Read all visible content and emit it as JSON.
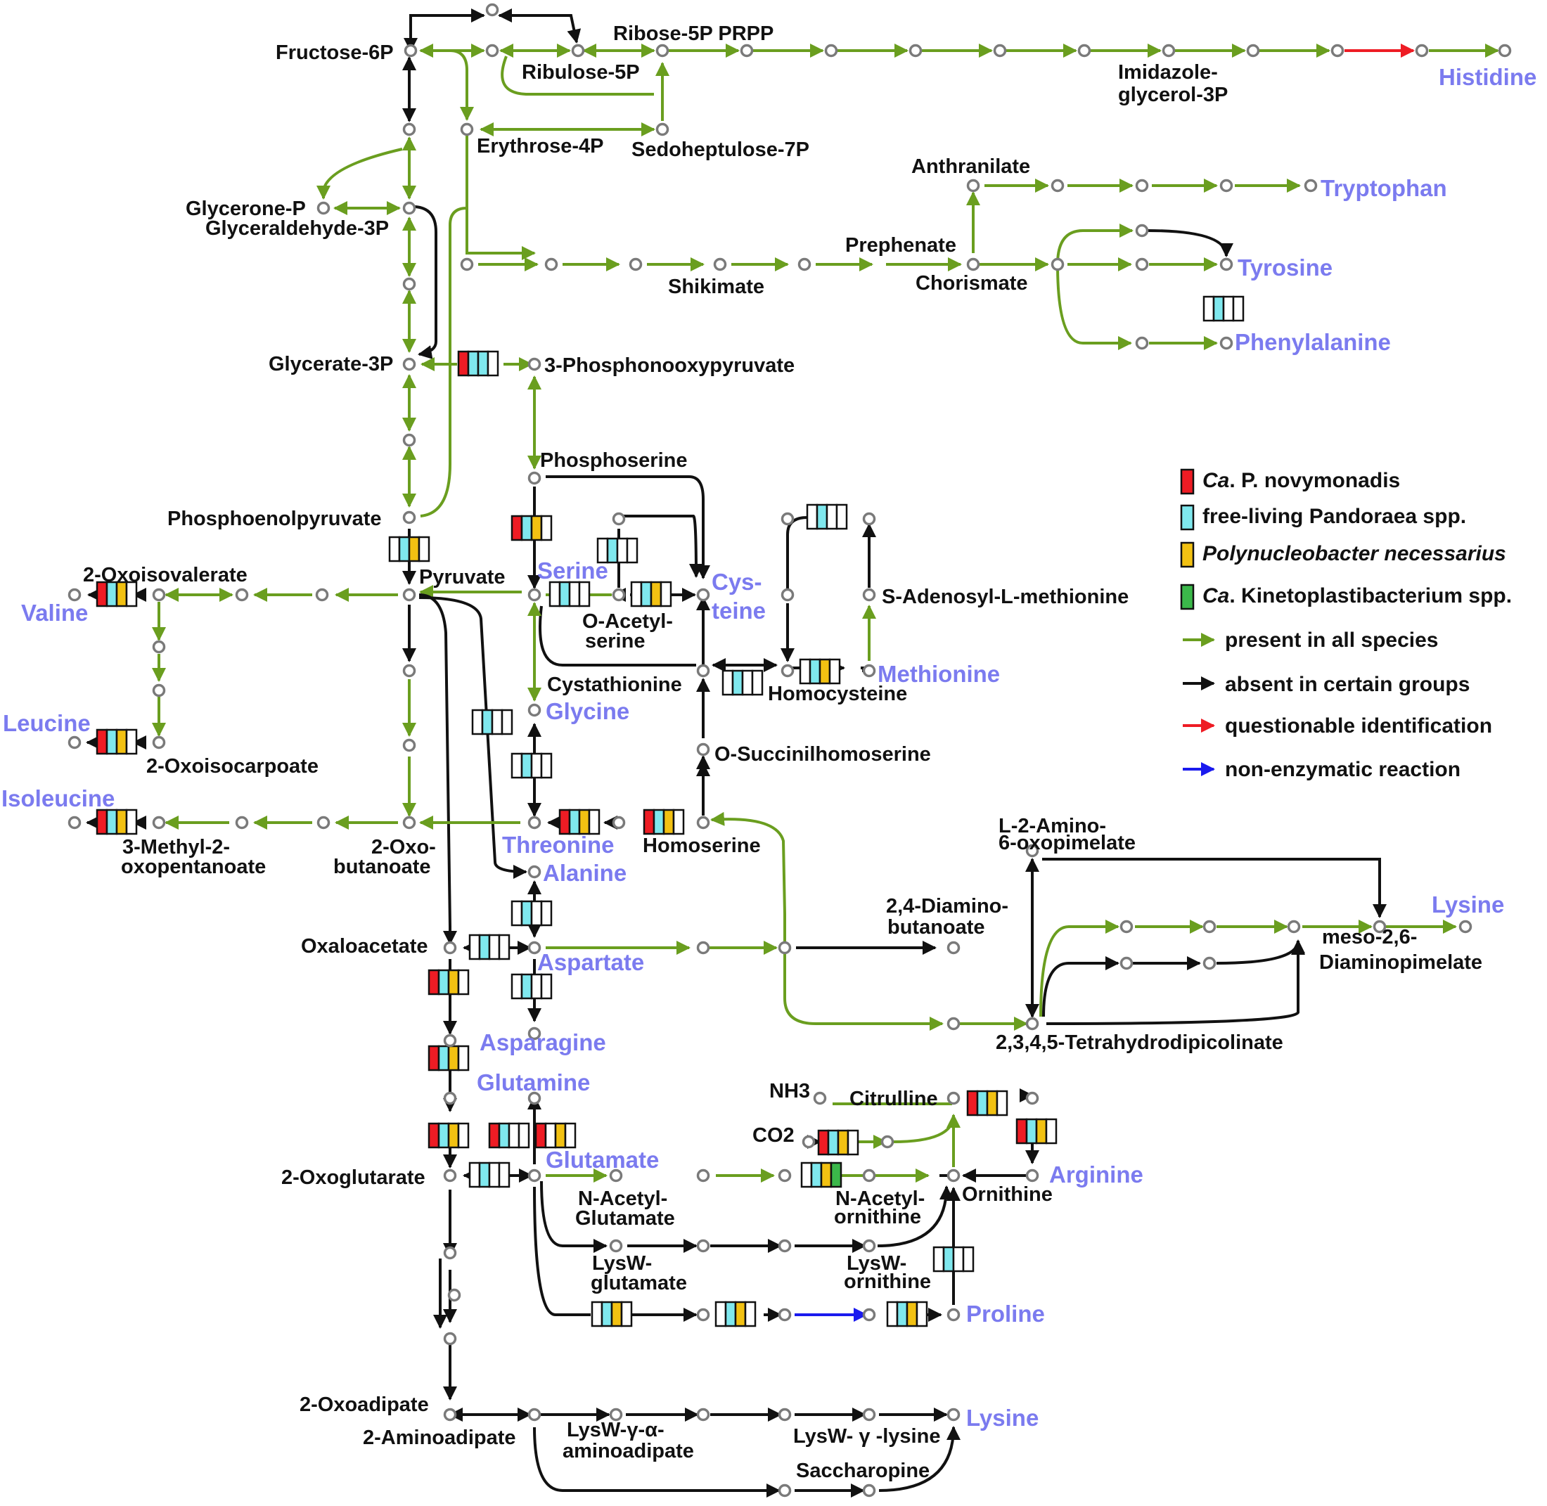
{
  "colors": {
    "green": "#6a9e1f",
    "black": "#111111",
    "red": "#ee1c24",
    "blue": "#1a1aee",
    "amino_acid": "#7b7bef",
    "species_red": "#ee1c24",
    "species_cyan": "#7fe8ee",
    "species_yellow": "#f2c112",
    "species_green": "#3bb84a"
  },
  "metabolites": {
    "fructose6p": "Fructose-6P",
    "ribose5p": "Ribose-5P PRPP",
    "ribulose5p": "Ribulose-5P",
    "imidazole1": "Imidazole-",
    "imidazole2": "glycerol-3P",
    "erythrose4p": "Erythrose-4P",
    "sedoheptulose7p": "Sedoheptulose-7P",
    "anthranilate": "Anthranilate",
    "glyceroneP": "Glycerone-P",
    "glyceraldehyde3p": "Glyceraldehyde-3P",
    "prephenate": "Prephenate",
    "shikimate": "Shikimate",
    "chorismate": "Chorismate",
    "glycerate3p": "Glycerate-3P",
    "phosphonooxypyruvate": "3-Phosphonooxypyruvate",
    "phosphoserine": "Phosphoserine",
    "pep": "Phosphoenolpyruvate",
    "oxoisovalerate": "2-Oxoisovalerate",
    "pyruvate": "Pyruvate",
    "oacetylserine1": "O-Acetyl-",
    "oacetylserine2": "serine",
    "sam": "S-Adenosyl-L-methionine",
    "cystathionine": "Cystathionine",
    "homocysteine": "Homocysteine",
    "oxoisocarpoate": "2-Oxoisocarpoate",
    "osuccinil": "O-Succinilhomoserine",
    "methyloxo1": "3-Methyl-2-",
    "methyloxo2": "oxopentanoate",
    "oxobut1": "2-Oxo-",
    "oxobut2": "butanoate",
    "homoserine": "Homoserine",
    "amino6oxo1": "L-2-Amino-",
    "amino6oxo2": "6-oxopimelate",
    "diaminobut1": "2,4-Diamino-",
    "diaminobut2": "butanoate",
    "oxaloacetate": "Oxaloacetate",
    "mesodap1": "meso-2,6-",
    "mesodap2": "Diaminopimelate",
    "thdp": "2,3,4,5-Tetrahydrodipicolinate",
    "nh3": "NH3",
    "citrulline": "Citrulline",
    "co2": "CO2",
    "oxoglutarate": "2-Oxoglutarate",
    "nacetylglu1": "N-Acetyl-",
    "nacetylglu2": "Glutamate",
    "nacetylorn1": "N-Acetyl-",
    "nacetylorn2": "ornithine",
    "ornithine": "Ornithine",
    "lyswglu1": "LysW-",
    "lyswglu2": "glutamate",
    "lysworn1": "LysW-",
    "lysworn2": "ornithine",
    "oxoadipate": "2-Oxoadipate",
    "aminoadipate": "2-Aminoadipate",
    "lyswaaa1": "LysW-γ-α-",
    "lyswaaa2": "aminoadipate",
    "lyswlys": "LysW- γ -lysine",
    "saccharopine": "Saccharopine"
  },
  "amino_acids": {
    "histidine": "Histidine",
    "tryptophan": "Tryptophan",
    "tyrosine": "Tyrosine",
    "phenylalanine": "Phenylalanine",
    "serine": "Serine",
    "cysteine1": "Cys-",
    "cysteine2": "teine",
    "valine": "Valine",
    "methionine": "Methionine",
    "leucine": "Leucine",
    "glycine": "Glycine",
    "isoleucine": "Isoleucine",
    "threonine": "Threonine",
    "alanine": "Alanine",
    "lysine_dap": "Lysine",
    "aspartate": "Aspartate",
    "asparagine": "Asparagine",
    "glutamine": "Glutamine",
    "glutamate": "Glutamate",
    "arginine": "Arginine",
    "proline": "Proline",
    "lysine_aaa": "Lysine"
  },
  "legend": {
    "species": [
      {
        "prefix": "Ca",
        "rest": ". P. novymonadis",
        "color": "#ee1c24"
      },
      {
        "prefix": "",
        "rest": "free-living Pandoraea spp.",
        "color": "#7fe8ee"
      },
      {
        "prefix": "Polynucleobacter necessarius",
        "rest": "",
        "color": "#f2c112"
      },
      {
        "prefix": "Ca",
        "rest": ". Kinetoplastibacterium spp.",
        "color": "#3bb84a"
      }
    ],
    "arrows": [
      {
        "label": "present in all species",
        "color": "#6a9e1f"
      },
      {
        "label": "absent in certain groups",
        "color": "#111111"
      },
      {
        "label": "questionable identification",
        "color": "#ee1c24"
      },
      {
        "label": "non-enzymatic reaction",
        "color": "#1a1aee"
      }
    ]
  },
  "enzyme_boxes": [
    {
      "id": "pgdh",
      "fills": [
        "r",
        "c",
        "c",
        "w"
      ]
    },
    {
      "id": "psp",
      "fills": [
        "r",
        "c",
        "y",
        "w"
      ]
    },
    {
      "id": "pyk",
      "fills": [
        "w",
        "c",
        "y",
        "w"
      ]
    },
    {
      "id": "valta",
      "fills": [
        "r",
        "c",
        "y",
        "w"
      ]
    },
    {
      "id": "leuta",
      "fills": [
        "r",
        "c",
        "y",
        "w"
      ]
    },
    {
      "id": "ileta",
      "fills": [
        "r",
        "c",
        "y",
        "w"
      ]
    },
    {
      "id": "serat",
      "fills": [
        "w",
        "c",
        "w",
        "w"
      ]
    },
    {
      "id": "oass",
      "fills": [
        "w",
        "c",
        "y",
        "w"
      ]
    },
    {
      "id": "cysup",
      "fills": [
        "w",
        "c",
        "w",
        "w"
      ]
    },
    {
      "id": "samtop",
      "fills": [
        "w",
        "c",
        "w",
        "w"
      ]
    },
    {
      "id": "cbl",
      "fills": [
        "w",
        "c",
        "w",
        "w"
      ]
    },
    {
      "id": "mets",
      "fills": [
        "w",
        "c",
        "y",
        "w"
      ]
    },
    {
      "id": "ala",
      "fills": [
        "w",
        "c",
        "w",
        "w"
      ]
    },
    {
      "id": "gly",
      "fills": [
        "w",
        "c",
        "w",
        "w"
      ]
    },
    {
      "id": "thrs",
      "fills": [
        "r",
        "c",
        "y",
        "w"
      ]
    },
    {
      "id": "hsk",
      "fills": [
        "r",
        "c",
        "y",
        "w"
      ]
    },
    {
      "id": "tyr",
      "fills": [
        "w",
        "c",
        "w",
        "w"
      ]
    },
    {
      "id": "aspta",
      "fills": [
        "w",
        "c",
        "w",
        "w"
      ]
    },
    {
      "id": "alaasp",
      "fills": [
        "w",
        "c",
        "w",
        "w"
      ]
    },
    {
      "id": "asns",
      "fills": [
        "w",
        "c",
        "w",
        "w"
      ]
    },
    {
      "id": "tca1",
      "fills": [
        "r",
        "c",
        "y",
        "w"
      ]
    },
    {
      "id": "tca2",
      "fills": [
        "r",
        "c",
        "y",
        "w"
      ]
    },
    {
      "id": "tca3",
      "fills": [
        "r",
        "c",
        "y",
        "w"
      ]
    },
    {
      "id": "gludh",
      "fills": [
        "w",
        "c",
        "w",
        "w"
      ]
    },
    {
      "id": "glns",
      "fills": [
        "r",
        "c",
        "w",
        "w"
      ]
    },
    {
      "id": "gogat",
      "fills": [
        "r",
        "w",
        "y",
        "w"
      ]
    },
    {
      "id": "cps",
      "fills": [
        "r",
        "c",
        "y",
        "w"
      ]
    },
    {
      "id": "argd",
      "fills": [
        "w",
        "c",
        "y",
        "g"
      ]
    },
    {
      "id": "otc",
      "fills": [
        "r",
        "c",
        "y",
        "w"
      ]
    },
    {
      "id": "asl",
      "fills": [
        "r",
        "c",
        "y",
        "w"
      ]
    },
    {
      "id": "oat",
      "fills": [
        "w",
        "c",
        "w",
        "w"
      ]
    },
    {
      "id": "pro1",
      "fills": [
        "w",
        "c",
        "y",
        "w"
      ]
    },
    {
      "id": "pro2",
      "fills": [
        "w",
        "c",
        "y",
        "w"
      ]
    },
    {
      "id": "pro3",
      "fills": [
        "w",
        "c",
        "y",
        "w"
      ]
    }
  ]
}
